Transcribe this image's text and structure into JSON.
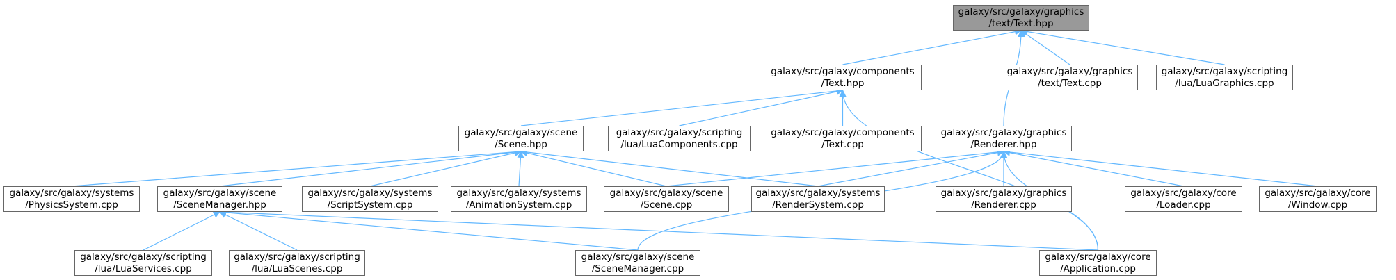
{
  "colors": {
    "edge": "#63b8ff",
    "node_border": "#666666",
    "node_fill": "#ffffff",
    "root_fill": "#999999"
  },
  "nodes": {
    "text_hpp": {
      "line1": "galaxy/src/galaxy/graphics",
      "line2": "/text/Text.hpp"
    },
    "components_text_hpp": {
      "line1": "galaxy/src/galaxy/components",
      "line2": "/Text.hpp"
    },
    "graphics_text_cpp": {
      "line1": "galaxy/src/galaxy/graphics",
      "line2": "/text/Text.cpp"
    },
    "lua_graphics_cpp": {
      "line1": "galaxy/src/galaxy/scripting",
      "line2": "/lua/LuaGraphics.cpp"
    },
    "scene_hpp": {
      "line1": "galaxy/src/galaxy/scene",
      "line2": "/Scene.hpp"
    },
    "lua_components_cpp": {
      "line1": "galaxy/src/galaxy/scripting",
      "line2": "/lua/LuaComponents.cpp"
    },
    "components_text_cpp": {
      "line1": "galaxy/src/galaxy/components",
      "line2": "/Text.cpp"
    },
    "renderer_hpp": {
      "line1": "galaxy/src/galaxy/graphics",
      "line2": "/Renderer.hpp"
    },
    "physics_system_cpp": {
      "line1": "galaxy/src/galaxy/systems",
      "line2": "/PhysicsSystem.cpp"
    },
    "scene_manager_hpp": {
      "line1": "galaxy/src/galaxy/scene",
      "line2": "/SceneManager.hpp"
    },
    "script_system_cpp": {
      "line1": "galaxy/src/galaxy/systems",
      "line2": "/ScriptSystem.cpp"
    },
    "animation_system_cpp": {
      "line1": "galaxy/src/galaxy/systems",
      "line2": "/AnimationSystem.cpp"
    },
    "scene_cpp": {
      "line1": "galaxy/src/galaxy/scene",
      "line2": "/Scene.cpp"
    },
    "render_system_cpp": {
      "line1": "galaxy/src/galaxy/systems",
      "line2": "/RenderSystem.cpp"
    },
    "renderer_cpp": {
      "line1": "galaxy/src/galaxy/graphics",
      "line2": "/Renderer.cpp"
    },
    "loader_cpp": {
      "line1": "galaxy/src/galaxy/core",
      "line2": "/Loader.cpp"
    },
    "window_cpp": {
      "line1": "galaxy/src/galaxy/core",
      "line2": "/Window.cpp"
    },
    "lua_services_cpp": {
      "line1": "galaxy/src/galaxy/scripting",
      "line2": "/lua/LuaServices.cpp"
    },
    "lua_scenes_cpp": {
      "line1": "galaxy/src/galaxy/scripting",
      "line2": "/lua/LuaScenes.cpp"
    },
    "scene_manager_cpp": {
      "line1": "galaxy/src/galaxy/scene",
      "line2": "/SceneManager.cpp"
    },
    "application_cpp": {
      "line1": "galaxy/src/galaxy/core",
      "line2": "/Application.cpp"
    }
  },
  "edges": [
    [
      "components_text_hpp",
      "text_hpp"
    ],
    [
      "renderer_hpp",
      "text_hpp"
    ],
    [
      "graphics_text_cpp",
      "text_hpp"
    ],
    [
      "lua_graphics_cpp",
      "text_hpp"
    ],
    [
      "scene_hpp",
      "components_text_hpp"
    ],
    [
      "lua_components_cpp",
      "components_text_hpp"
    ],
    [
      "components_text_cpp",
      "components_text_hpp"
    ],
    [
      "application_cpp",
      "components_text_hpp"
    ],
    [
      "physics_system_cpp",
      "scene_hpp"
    ],
    [
      "scene_manager_hpp",
      "scene_hpp"
    ],
    [
      "script_system_cpp",
      "scene_hpp"
    ],
    [
      "animation_system_cpp",
      "scene_hpp"
    ],
    [
      "scene_cpp",
      "scene_hpp"
    ],
    [
      "render_system_cpp",
      "scene_hpp"
    ],
    [
      "scene_cpp",
      "renderer_hpp"
    ],
    [
      "render_system_cpp",
      "renderer_hpp"
    ],
    [
      "renderer_cpp",
      "renderer_hpp"
    ],
    [
      "loader_cpp",
      "renderer_hpp"
    ],
    [
      "window_cpp",
      "renderer_hpp"
    ],
    [
      "scene_manager_cpp",
      "renderer_hpp"
    ],
    [
      "application_cpp",
      "renderer_hpp"
    ],
    [
      "lua_services_cpp",
      "scene_manager_hpp"
    ],
    [
      "lua_scenes_cpp",
      "scene_manager_hpp"
    ],
    [
      "scene_manager_cpp",
      "scene_manager_hpp"
    ],
    [
      "application_cpp",
      "scene_manager_hpp"
    ]
  ]
}
